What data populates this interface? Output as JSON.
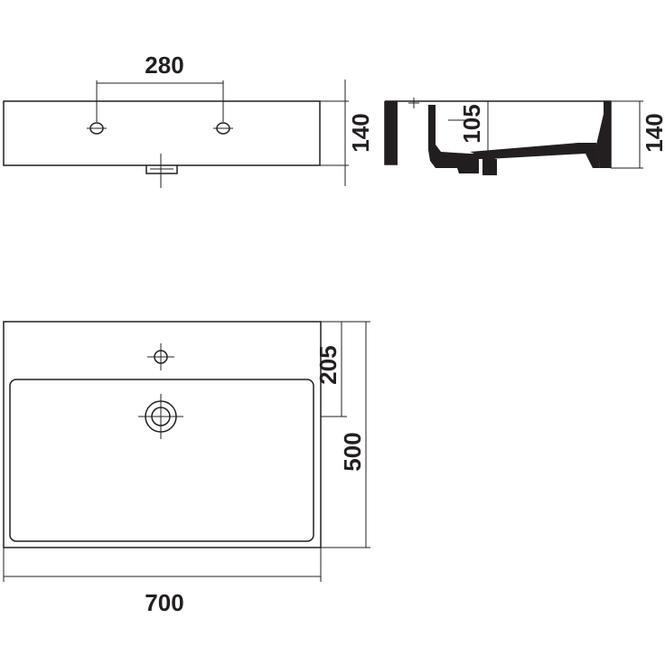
{
  "dimensions": {
    "front_hole_spacing": "280",
    "front_height": "140",
    "side_bowl_depth": "105",
    "side_height": "140",
    "top_tap_offset": "205",
    "top_depth": "500",
    "top_width": "700"
  },
  "colors": {
    "line": "#231f20",
    "background": "#ffffff"
  }
}
